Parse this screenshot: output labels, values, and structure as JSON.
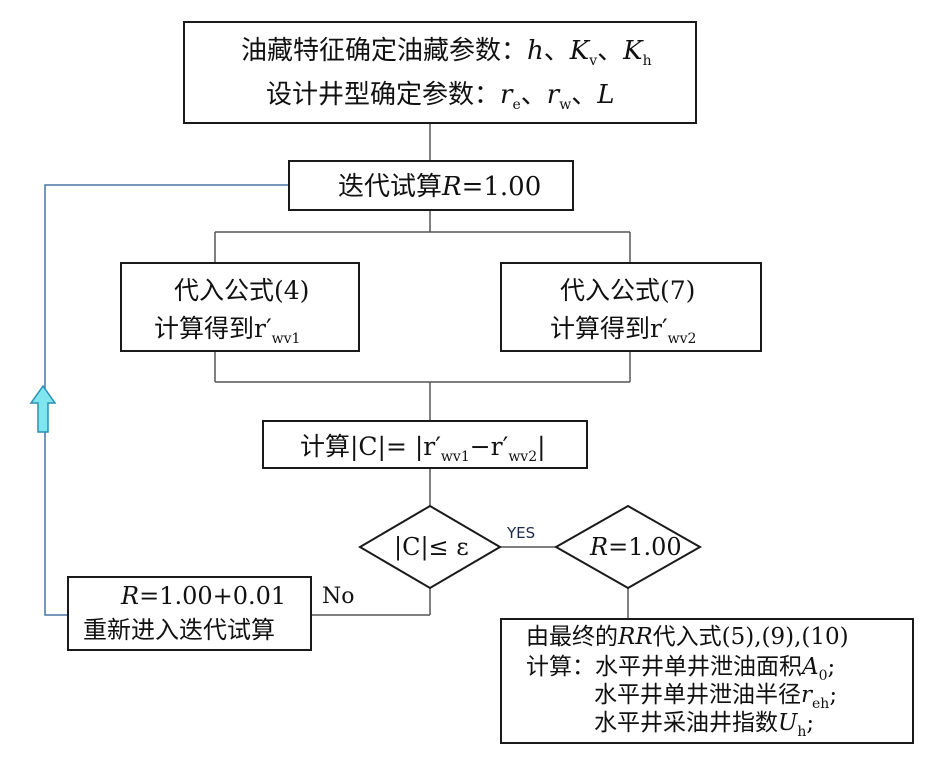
{
  "boxes": {
    "params": {
      "line1_text": "油藏特征确定油藏参数：",
      "line1_h": "h",
      "sep": "、",
      "K": "K",
      "sub_v": "v",
      "sub_h": "h",
      "line2_text": "设计井型确定参数：",
      "r": "r",
      "sub_e": "e",
      "sub_w": "w",
      "L": "L"
    },
    "iterate": {
      "text": "迭代试算",
      "R": "R",
      "value": "=1.00"
    },
    "formula4": {
      "line1": "代入公式(4)",
      "line2": "计算得到r′",
      "sub": "wv1"
    },
    "formula7": {
      "line1": "代入公式(7)",
      "line2": "计算得到r′",
      "sub": "wv2"
    },
    "calcC": {
      "prefix": "计算|C|= |r′",
      "sub1": "wv1",
      "mid": "−r′",
      "sub2": "wv2",
      "suffix": "|"
    },
    "retry": {
      "R": "R",
      "line1": "=1.00+0.01",
      "line2": "重新进入迭代试算"
    },
    "result": {
      "line1_a": "由最终的",
      "line1_R": "RR",
      "line1_b": "代入式(5),(9),(10)",
      "line2_a": "计算：水平井单井泄油面积",
      "line2_var": "A",
      "line2_sub": "0",
      "line3_a": "水平井单井泄油半径",
      "line3_var": "r",
      "line3_sub": "eh",
      "line4_a": "水平井采油井指数",
      "line4_var": "U",
      "line4_sub": "h",
      "end": ";"
    }
  },
  "decisions": {
    "check": {
      "text": "|C|≤ ε"
    },
    "final": {
      "R": "R",
      "value": "=1.00"
    }
  },
  "labels": {
    "yes": "YES",
    "no": "No"
  },
  "colors": {
    "loop_line": "#4a73a8",
    "arrow_fill": "#7fe6ef",
    "arrow_stroke": "#2b8fb0",
    "box_border": "#1a1a1a",
    "connector": "#555555"
  }
}
